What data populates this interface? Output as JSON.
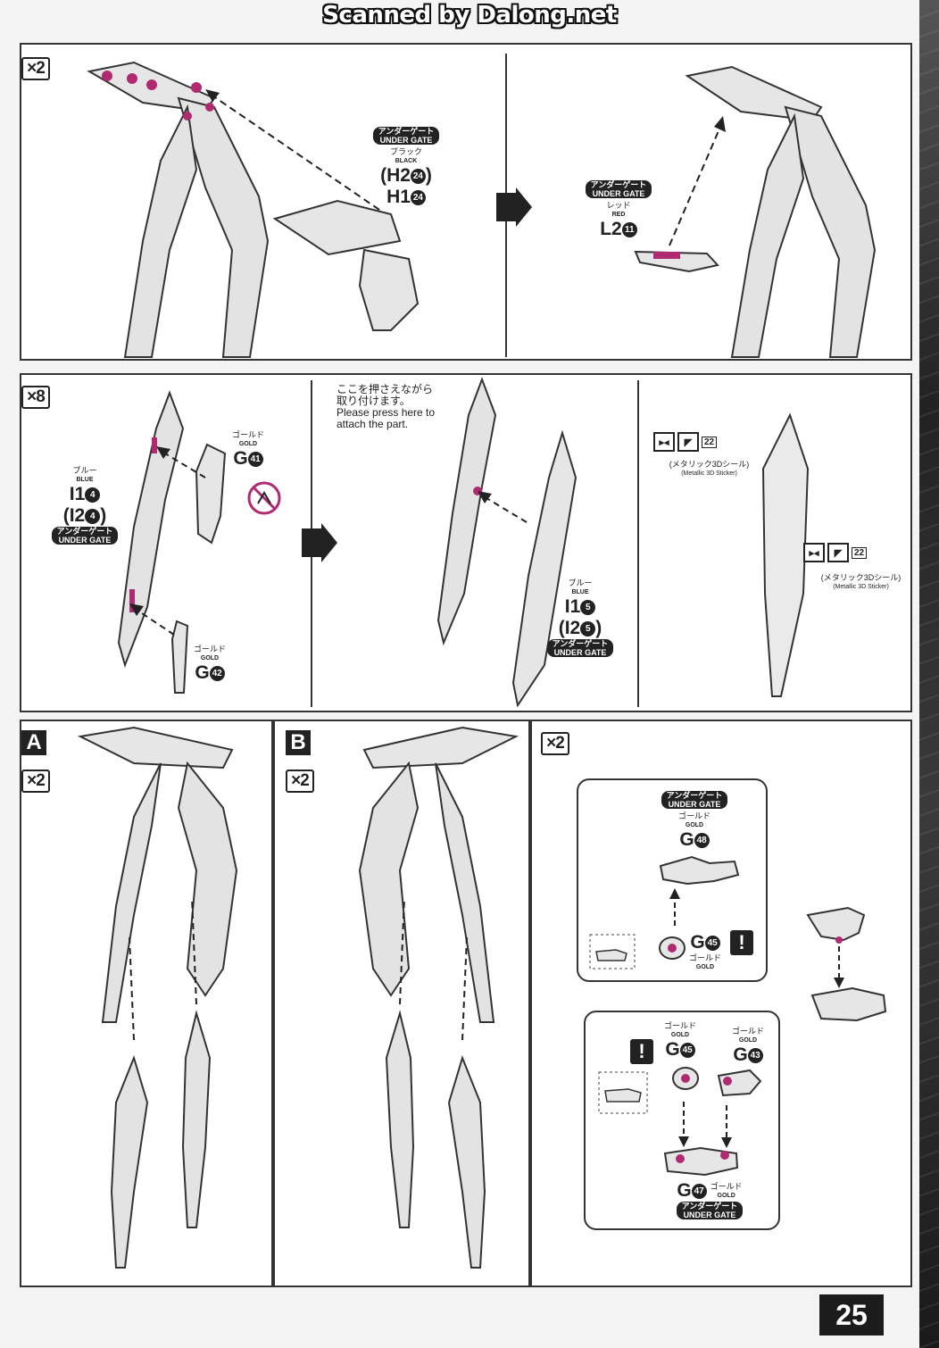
{
  "header": {
    "scan_credit": "Scanned by Dalong.net"
  },
  "page_number": "25",
  "panel1": {
    "qty": "×2",
    "under_gate": "アンダーゲート",
    "under_gate_en": "UNDER GATE",
    "color_jp": "ブラック",
    "color_en": "BLACK",
    "part_a": "(H2",
    "part_a_num": "24",
    "part_a_close": ")",
    "part_b": "H1",
    "part_b_num": "24"
  },
  "panel2": {
    "under_gate": "アンダーゲート",
    "under_gate_en": "UNDER GATE",
    "color_jp": "レッド",
    "color_en": "RED",
    "part": "L2",
    "part_num": "11"
  },
  "panel3": {
    "qty": "×8",
    "gold_jp": "ゴールド",
    "gold_en": "GOLD",
    "part_g41": "G",
    "part_g41_num": "41",
    "blue_jp": "ブルー",
    "blue_en": "BLUE",
    "part_i1": "I1",
    "part_i1_num": "4",
    "part_i2": "(I2",
    "part_i2_num": "4",
    "part_i2_close": ")",
    "under_gate": "アンダーゲート",
    "under_gate_en": "UNDER GATE",
    "gold2_jp": "ゴールド",
    "gold2_en": "GOLD",
    "part_g42": "G",
    "part_g42_num": "42"
  },
  "panel4": {
    "note_jp_1": "ここを押さえながら",
    "note_jp_2": "取り付けます。",
    "note_en_1": "Please press here to",
    "note_en_2": "attach the part.",
    "blue_jp": "ブルー",
    "blue_en": "BLUE",
    "part_i1": "I1",
    "part_i1_num": "5",
    "part_i2": "(I2",
    "part_i2_num": "5",
    "part_i2_close": ")",
    "under_gate": "アンダーゲート",
    "under_gate_en": "UNDER GATE"
  },
  "panel5": {
    "sticker_num": "22",
    "sticker_jp": "(メタリック3Dシール)",
    "sticker_en": "(Metallic 3D Sticker)",
    "sticker2_num": "22",
    "sticker2_jp": "(メタリック3Dシール)",
    "sticker2_en": "(Metallic 3D Sticker)"
  },
  "panelA": {
    "letter": "A",
    "qty": "×2"
  },
  "panelB": {
    "letter": "B",
    "qty": "×2"
  },
  "panelC": {
    "qty": "×2",
    "top_gate": "アンダーゲート",
    "top_gate_en": "UNDER GATE",
    "top_gold_jp": "ゴールド",
    "top_gold_en": "GOLD",
    "part_g48": "G",
    "part_g48_num": "48",
    "part_g45": "G",
    "part_g45_num": "45",
    "g45_gold_jp": "ゴールド",
    "g45_gold_en": "GOLD",
    "warn": "!",
    "bottom_g45_gold_jp": "ゴールド",
    "bottom_g45_gold_en": "GOLD",
    "bottom_g45": "G",
    "bottom_g45_num": "45",
    "bottom_g43_gold_jp": "ゴールド",
    "bottom_g43_gold_en": "GOLD",
    "bottom_g43": "G",
    "bottom_g43_num": "43",
    "warn2": "!",
    "part_g47": "G",
    "part_g47_num": "47",
    "g47_gold_jp": "ゴールド",
    "g47_gold_en": "GOLD",
    "bottom_gate": "アンダーゲート",
    "bottom_gate_en": "UNDER GATE"
  }
}
